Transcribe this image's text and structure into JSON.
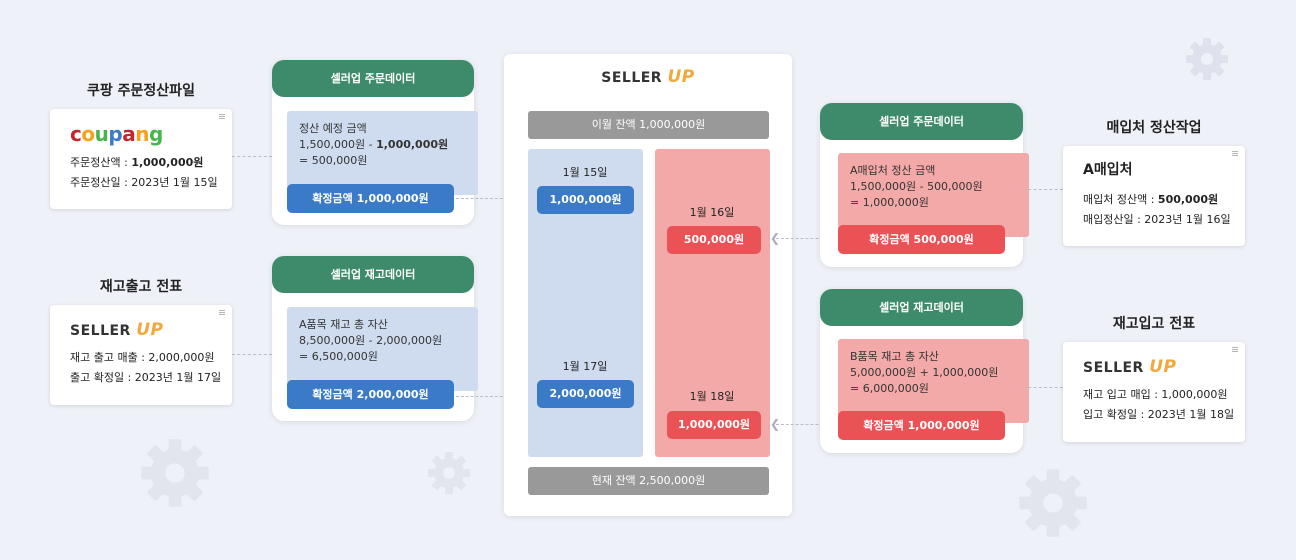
{
  "left_sources": {
    "coupang": {
      "title": "쿠팡 주문정산파일",
      "logo_text": "coupang",
      "logo_colors": [
        "#c2272d",
        "#f9a11b",
        "#45b649",
        "#3d7bc7",
        "#c2272d",
        "#f9a11b",
        "#45b649"
      ],
      "line1_label": "주문정산액 : ",
      "line1_value": "1,000,000원",
      "line2": "주문정산일 : 2023년 1월 15일"
    },
    "stock_out": {
      "title": "재고출고 전표",
      "logo_text": "SELLER",
      "logo_mark": "UP",
      "line1": "재고 출고 매출 : 2,000,000원",
      "line2": "출고 확정일 : 2023년 1월 17일"
    }
  },
  "left_data": {
    "order": {
      "header": "셀러업 주문데이터",
      "info_line1": "정산 예정 금액",
      "info_line2a": "1,500,000원 - ",
      "info_line2b": "1,000,000원",
      "info_line3": "= 500,000원",
      "confirm": "확정금액 1,000,000원"
    },
    "stock": {
      "header": "셀러업 재고데이터",
      "info_line1": "A품목 재고 총 자산",
      "info_line2": "8,500,000원 - 2,000,000원",
      "info_line3": "= 6,500,000원",
      "confirm": "확정금액 2,000,000원"
    }
  },
  "center": {
    "logo_text": "SELLER",
    "logo_mark": "UP",
    "top_balance": "이월 잔액 1,000,000원",
    "bottom_balance": "현재 잔액 2,500,000원",
    "entries": {
      "jan15": {
        "date": "1월 15일",
        "amount": "1,000,000원"
      },
      "jan16": {
        "date": "1월 16일",
        "amount": "500,000원"
      },
      "jan17": {
        "date": "1월 17일",
        "amount": "2,000,000원"
      },
      "jan18": {
        "date": "1월 18일",
        "amount": "1,000,000원"
      }
    }
  },
  "right_data": {
    "order": {
      "header": "셀러업 주문데이터",
      "info_line1": "A매입처 정산 금액",
      "info_line2": "1,500,000원 - 500,000원",
      "info_line3": "= 1,000,000원",
      "confirm": "확정금액 500,000원"
    },
    "stock": {
      "header": "셀러업 재고데이터",
      "info_line1": "B품목 재고 총 자산",
      "info_line2": "5,000,000원 + 1,000,000원",
      "info_line3": "= 6,000,000원",
      "confirm": "확정금액 1,000,000원"
    }
  },
  "right_sources": {
    "purchase": {
      "title": "매입처 정산작업",
      "name": "A매입처",
      "line1_label": "매입처 정산액 : ",
      "line1_value": "500,000원",
      "line2": "매입정산일 : 2023년 1월 16일"
    },
    "stock_in": {
      "title": "재고입고 전표",
      "logo_text": "SELLER",
      "logo_mark": "UP",
      "line1": "재고 입고 매입 : 1,000,000원",
      "line2": "입고 확정일 : 2023년 1월 18일"
    }
  },
  "colors": {
    "green_header": "#3e8b6b",
    "blue_accent": "#3b7ac7",
    "red_accent": "#eb5256",
    "light_blue": "#cfdcef",
    "light_red": "#f4a9a9",
    "gray_bar": "#999999",
    "logo_up": "#f2a93b"
  }
}
